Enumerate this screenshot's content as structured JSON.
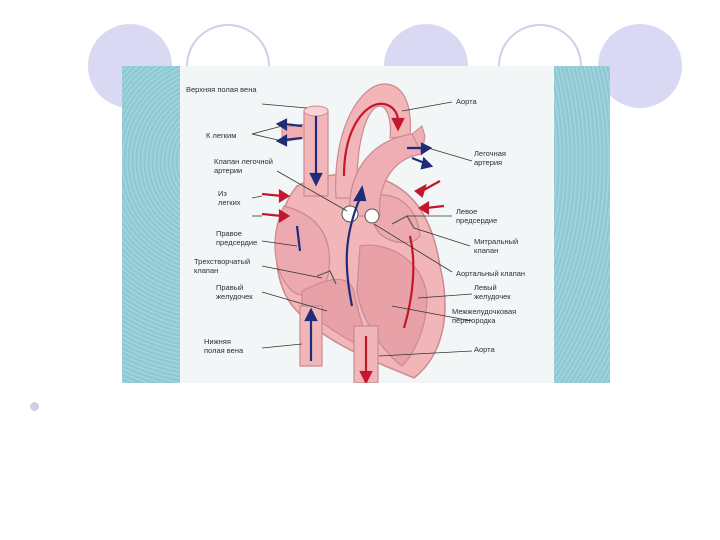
{
  "slide": {
    "heart_labels": {
      "superior_vena_cava": "Верхняя полая вена",
      "to_lungs": "К легким",
      "pulmonary_valve": "Клапан легочной\nартерии",
      "from_lungs": "Из\nлегких",
      "right_atrium": "Правое\nпредсердие",
      "tricuspid_valve": "Трехстворчатый\nклапан",
      "right_ventricle": "Правый\nжелудочек",
      "inferior_vena_cava": "Нижняя\nполая вена",
      "aorta_top": "Аорта",
      "pulmonary_artery": "Легочная\nартерия",
      "left_atrium": "Левое\nпредсердие",
      "mitral_valve": "Митральный\nклапан",
      "aortic_valve": "Аортальный клапан",
      "left_ventricle": "Левый\nжелудочек",
      "septum": "Межжелудочковая\nперегородка",
      "aorta_bottom": "Аорта"
    },
    "colors": {
      "tissue": "#f2b6b8",
      "tissue_dark": "#e59aa0",
      "blood_blue": "#1f2c7a",
      "blood_red": "#c3182c",
      "deco": "#d9d9f3"
    }
  }
}
